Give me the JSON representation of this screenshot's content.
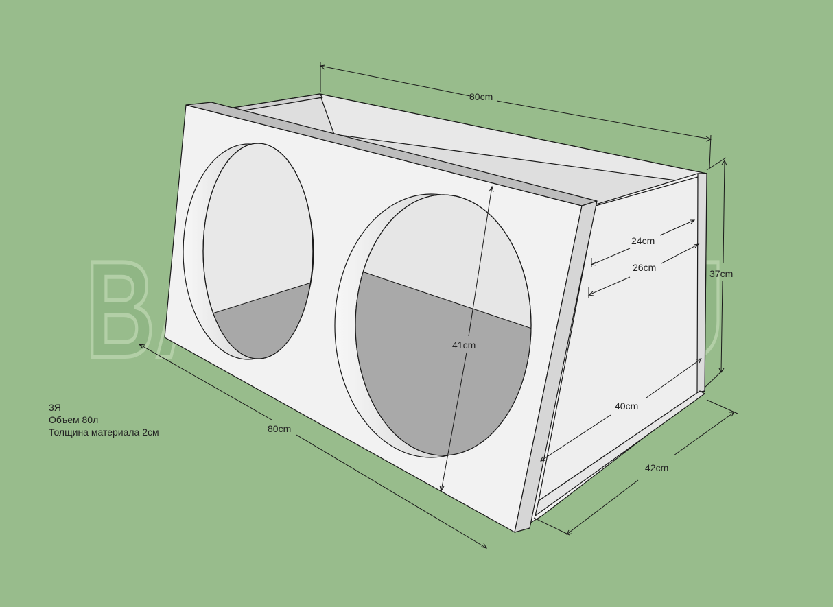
{
  "watermark": {
    "text": "BASSBOX.RU"
  },
  "notes": {
    "line1": "3Я",
    "line2": "Объем 80л",
    "line3": "Толщина материала 2см"
  },
  "dimensions": {
    "top_length": "80cm",
    "front_length": "80cm",
    "subwoofer_diameter": "41cm",
    "side_top_depth": "24cm",
    "side_mid_depth": "26cm",
    "height": "37cm",
    "side_bottom_depth": "40cm",
    "bottom_depth": "42cm"
  },
  "colors": {
    "background": "#98bc8c",
    "panel_front": "#f2f2f2",
    "panel_inner": "#e3e3e3",
    "hole_shadow": "#a9a9a9",
    "edge": "#1a1a1a"
  }
}
